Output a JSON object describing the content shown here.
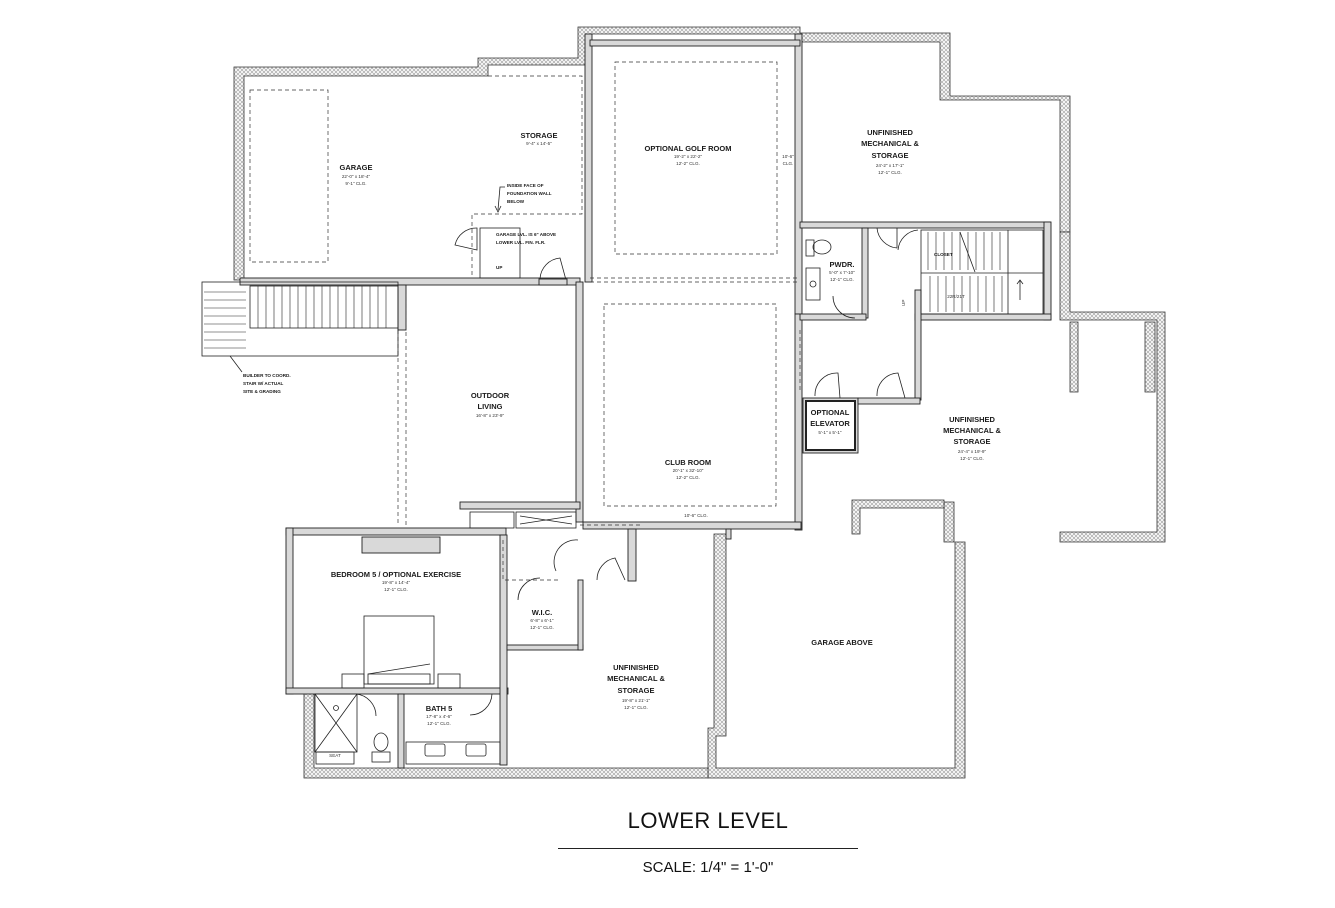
{
  "plan": {
    "title": "LOWER LEVEL",
    "scale": "SCALE: 1/4\" = 1'-0\"",
    "rooms": [
      {
        "key": "garage",
        "lines": [
          "GARAGE"
        ],
        "dims": [
          "22'-0\" x 18'-4\"",
          "9'-1\" CLG."
        ]
      },
      {
        "key": "storage",
        "lines": [
          "STORAGE"
        ],
        "dims": [
          "9'-4\" x 14'-5\""
        ]
      },
      {
        "key": "golf",
        "lines": [
          "OPTIONAL GOLF ROOM"
        ],
        "dims": [
          "19'-2\" x 22'-2\"",
          "12'-2\" CLG."
        ]
      },
      {
        "key": "unf1",
        "lines": [
          "UNFINISHED",
          "MECHANICAL &",
          "STORAGE"
        ],
        "dims": [
          "24'-2\" x 17'-1\"",
          "12'-1\" CLG."
        ]
      },
      {
        "key": "pwdr",
        "lines": [
          "PWDR."
        ],
        "dims": [
          "5'-0\" x 7'-10\"",
          "12'-1\" CLG."
        ]
      },
      {
        "key": "outdoor",
        "lines": [
          "OUTDOOR",
          "LIVING"
        ],
        "dims": [
          "16'-8\" x 23'-9\""
        ]
      },
      {
        "key": "club",
        "lines": [
          "CLUB ROOM"
        ],
        "dims": [
          "20'-1\" x 32'-10\"",
          "12'-2\" CLG."
        ]
      },
      {
        "key": "elevator",
        "lines": [
          "OPTIONAL",
          "ELEVATOR"
        ],
        "dims": [
          "5'-1\" x 5'-1\""
        ]
      },
      {
        "key": "unf2",
        "lines": [
          "UNFINISHED",
          "MECHANICAL &",
          "STORAGE"
        ],
        "dims": [
          "24'-4\" x 19'-9\"",
          "12'-1\" CLG."
        ]
      },
      {
        "key": "bedroom",
        "lines": [
          "BEDROOM 5 / OPTIONAL EXERCISE"
        ],
        "dims": [
          "19'-8\" x 14'-4\"",
          "12'-1\" CLG."
        ]
      },
      {
        "key": "wic",
        "lines": [
          "W.I.C."
        ],
        "dims": [
          "6'-8\" x 6'-1\"",
          "12'-1\" CLG."
        ]
      },
      {
        "key": "bath5",
        "lines": [
          "BATH 5"
        ],
        "dims": [
          "17'-8\" x 4'-6\"",
          "12'-1\" CLG."
        ]
      },
      {
        "key": "unf3",
        "lines": [
          "UNFINISHED",
          "MECHANICAL &",
          "STORAGE"
        ],
        "dims": [
          "19'-8\" x 21'-1\"",
          "12'-1\" CLG."
        ]
      },
      {
        "key": "garageabove",
        "lines": [
          "GARAGE ABOVE"
        ],
        "dims": []
      }
    ],
    "notes": {
      "foundation": [
        "INSIDE FACE OF",
        "FOUNDATION WALL",
        "BELOW"
      ],
      "garage_lvl": [
        "GARAGE LVL. IS 6\" ABOVE",
        "LOWER LVL. FIN. FLR."
      ],
      "up": "UP",
      "stair_builder": [
        "BUILDER TO COORD.",
        "STAIR W/ ACTUAL",
        "SITE & GRADING"
      ],
      "closet": "CLOSET",
      "ceiling_golf": [
        "10'-6\"",
        "CLG."
      ],
      "ceiling_club": "10'-6\" CLG.",
      "stair_risers": "22R/21T",
      "dn": "UP",
      "seat": "SEAT"
    }
  }
}
